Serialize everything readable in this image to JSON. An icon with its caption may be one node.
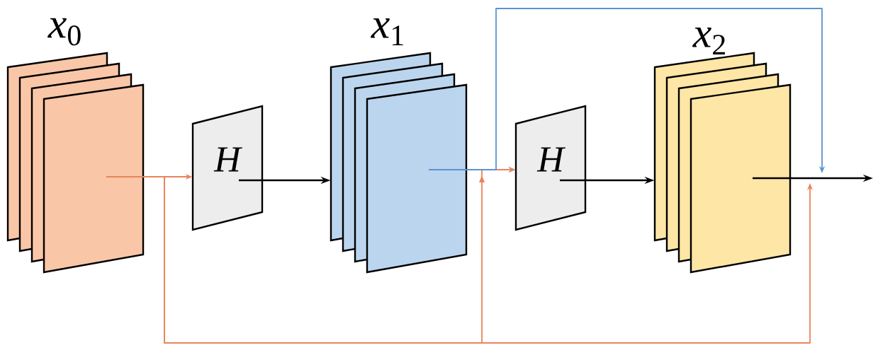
{
  "diagram": {
    "nodes": [
      {
        "text": [
          "*x*$_{0}$"
        ]
      },
      {
        "text": [
          "H"
        ]
      },
      {
        "text": [
          "*x*$_{1}$"
        ]
      },
      {
        "text": [
          "H"
        ]
      },
      {
        "text": [
          "*x*$_{2}$"
        ]
      }
    ],
    "edges": [
      {
        "from": 0,
        "to": 1,
        "arrow": "to",
        "color": "#e8845c"
      },
      {
        "from": 1,
        "to": 2,
        "arrow": "to",
        "color": "#000000"
      },
      {
        "from": 2,
        "to": 3,
        "arrow": "to",
        "color": "#5b93cf"
      },
      {
        "from": 3,
        "to": 4,
        "arrow": "to",
        "color": "#000000"
      },
      {
        "from": 4,
        "to": null,
        "arrow": "to",
        "color": "#000000"
      },
      {
        "from": 0,
        "to": 3,
        "arrow": "to",
        "color": "#e8845c"
      },
      {
        "from": 0,
        "to": null,
        "arrow": "to",
        "color": "#e8845c"
      },
      {
        "from": 2,
        "to": null,
        "arrow": "to",
        "color": "#5b93cf"
      }
    ]
  }
}
